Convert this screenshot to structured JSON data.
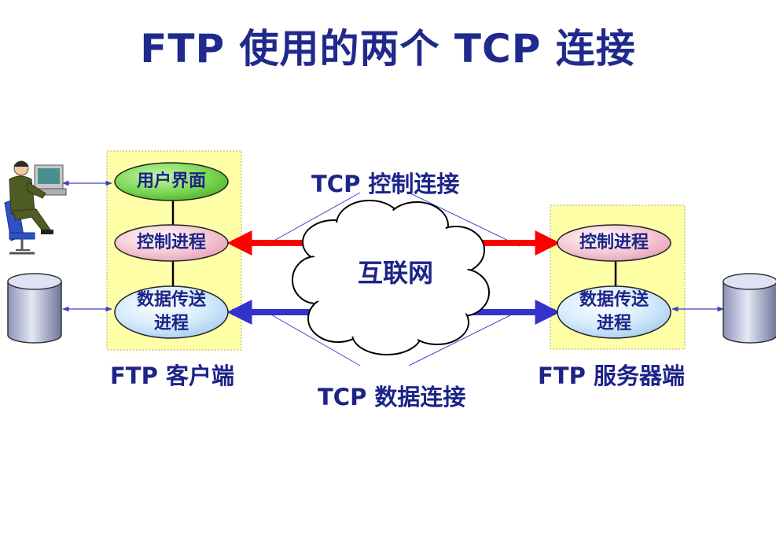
{
  "title": "FTP 使用的两个 TCP 连接",
  "client": {
    "label": "FTP 客户端",
    "ui": "用户界面",
    "control": "控制进程",
    "data_line1": "数据传送",
    "data_line2": "进程"
  },
  "server": {
    "label": "FTP 服务器端",
    "control": "控制进程",
    "data_line1": "数据传送",
    "data_line2": "进程"
  },
  "network": "互联网",
  "control_connection": "TCP 控制连接",
  "data_connection": "TCP 数据连接",
  "colors": {
    "title": "#1f2a8c",
    "panel": "#ffffa8",
    "ui_node": "#7ed957",
    "control_node": "#f6c8d4",
    "data_node": "#d4ebfb",
    "control_arrow": "#ff0000",
    "data_arrow": "#3333cc"
  },
  "icons": [
    "user-at-computer-icon",
    "database-icon"
  ]
}
